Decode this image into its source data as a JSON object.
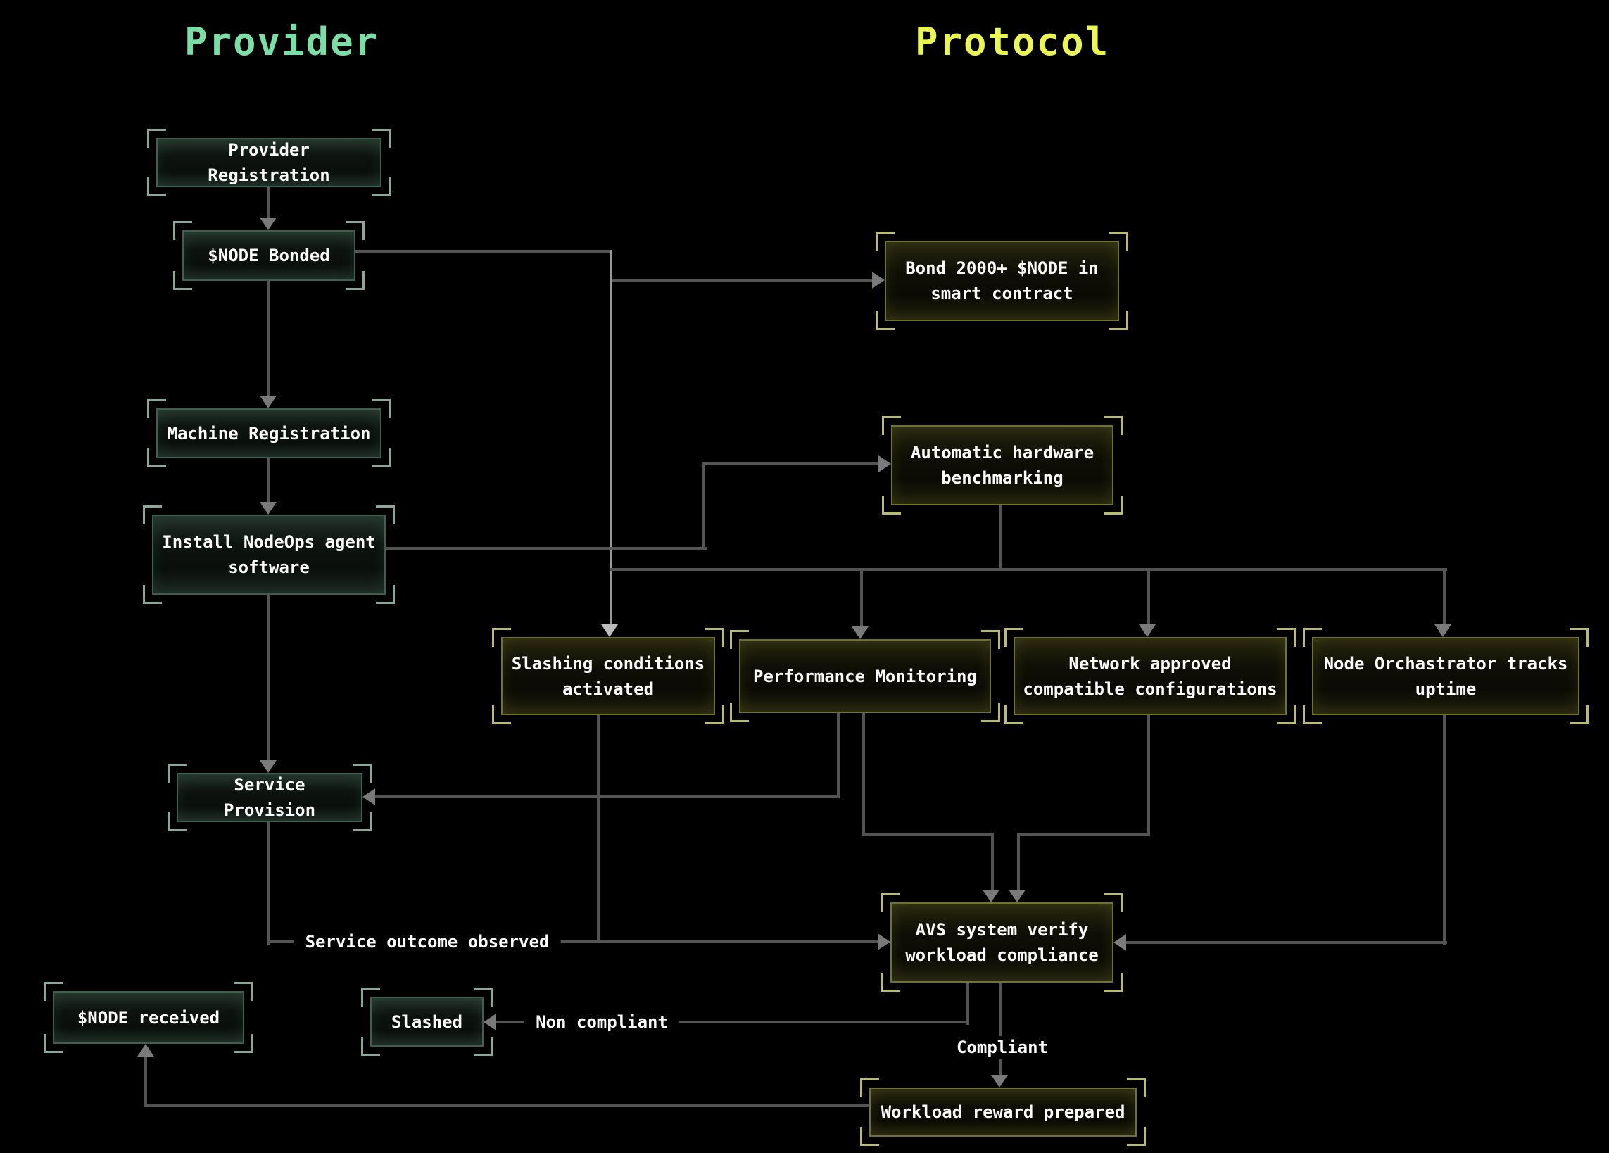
{
  "headers": {
    "provider": "Provider",
    "protocol": "Protocol"
  },
  "nodes": {
    "provider_registration": {
      "label": "Provider Registration",
      "side": "provider"
    },
    "node_bonded": {
      "label": "$NODE Bonded",
      "side": "provider"
    },
    "machine_registration": {
      "label": "Machine Registration",
      "side": "provider"
    },
    "install_nodeops": {
      "label": "Install NodeOps agent software",
      "side": "provider"
    },
    "service_provision": {
      "label": "Service Provision",
      "side": "provider"
    },
    "node_received": {
      "label": "$NODE received",
      "side": "provider"
    },
    "slashed": {
      "label": "Slashed",
      "side": "provider"
    },
    "bond_2000": {
      "label": "Bond 2000+ $NODE in smart contract",
      "side": "protocol"
    },
    "auto_benchmark": {
      "label": "Automatic hardware benchmarking",
      "side": "protocol"
    },
    "slashing_conditions": {
      "label": "Slashing conditions activated",
      "side": "protocol"
    },
    "performance_monitoring": {
      "label": "Performance Monitoring",
      "side": "protocol"
    },
    "network_approved": {
      "label": "Network approved compatible configurations",
      "side": "protocol"
    },
    "node_orchestrator": {
      "label": "Node Orchastrator tracks uptime",
      "side": "protocol"
    },
    "avs_verify": {
      "label": "AVS system verify workload compliance",
      "side": "protocol"
    },
    "workload_reward": {
      "label": "Workload reward prepared",
      "side": "protocol"
    }
  },
  "edge_labels": {
    "service_outcome": "Service outcome observed",
    "non_compliant": "Non compliant",
    "compliant": "Compliant"
  },
  "colors": {
    "background": "#000000",
    "provider_heading": "#79dfa7",
    "protocol_heading": "#e9f750",
    "provider_box_border": "#3e6050",
    "provider_bracket": "#8aa79a",
    "protocol_box_border": "#70722f",
    "protocol_bracket": "#b9bc6c",
    "node_text": "#ffffff",
    "connector": "#545454",
    "connector_light": "#989898"
  }
}
